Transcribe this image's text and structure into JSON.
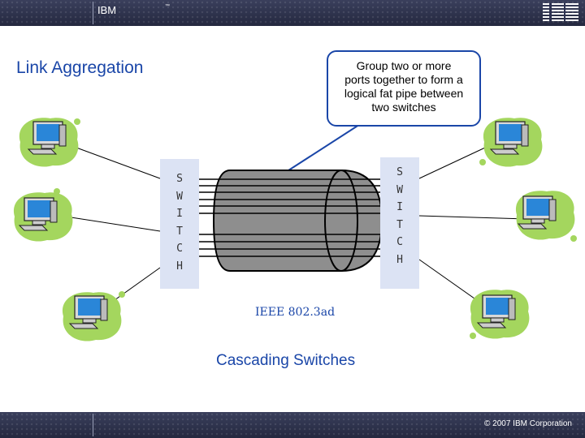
{
  "header": {
    "brand": "IBM",
    "trademark": "™",
    "logo": "IBM"
  },
  "title": "Link Aggregation",
  "callout": {
    "text": "Group two or more\nports together to form a\nlogical fat pipe between\ntwo switches"
  },
  "switch_left": {
    "letters": [
      "S",
      "W",
      "I",
      "T",
      "C",
      "H"
    ]
  },
  "switch_right": {
    "letters": [
      "S",
      "W",
      "I",
      "T",
      "C",
      "H"
    ]
  },
  "standard": "IEEE 802.3ad",
  "subtitle": "Cascading Switches",
  "footer": {
    "copyright": "© 2007 IBM Corporation"
  },
  "icons": {
    "computer": "computer-icon",
    "blob": "green-splash"
  },
  "colors": {
    "accent": "#1a46a8",
    "splash": "#a4d65e",
    "monitor": "#2a86d8",
    "header": "#2c3150"
  }
}
